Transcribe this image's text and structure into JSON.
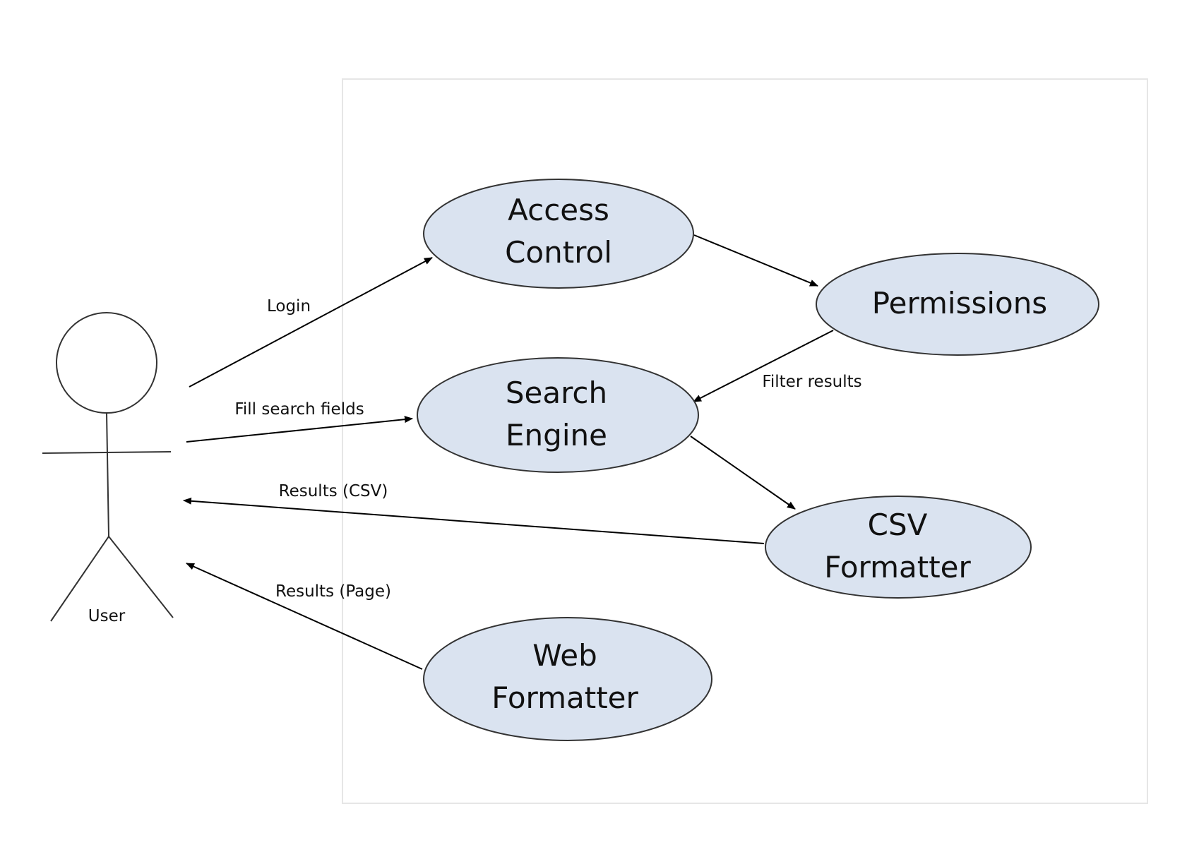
{
  "diagram": {
    "colors": {
      "usecase_fill": "#dae3f0",
      "stroke": "#333333",
      "boundary": "#e6e6e6",
      "arrow": "#000000"
    },
    "actor": {
      "label": "User"
    },
    "usecases": {
      "access_control": {
        "line1": "Access",
        "line2": "Control"
      },
      "permissions": {
        "line1": "Permissions"
      },
      "search_engine": {
        "line1": "Search",
        "line2": "Engine"
      },
      "csv_formatter": {
        "line1": "CSV",
        "line2": "Formatter"
      },
      "web_formatter": {
        "line1": "Web",
        "line2": "Formatter"
      }
    },
    "edges": {
      "login": "Login",
      "fill_search": "Fill search fields",
      "filter_results": "Filter results",
      "results_csv": "Results (CSV)",
      "results_page": "Results (Page)"
    }
  }
}
